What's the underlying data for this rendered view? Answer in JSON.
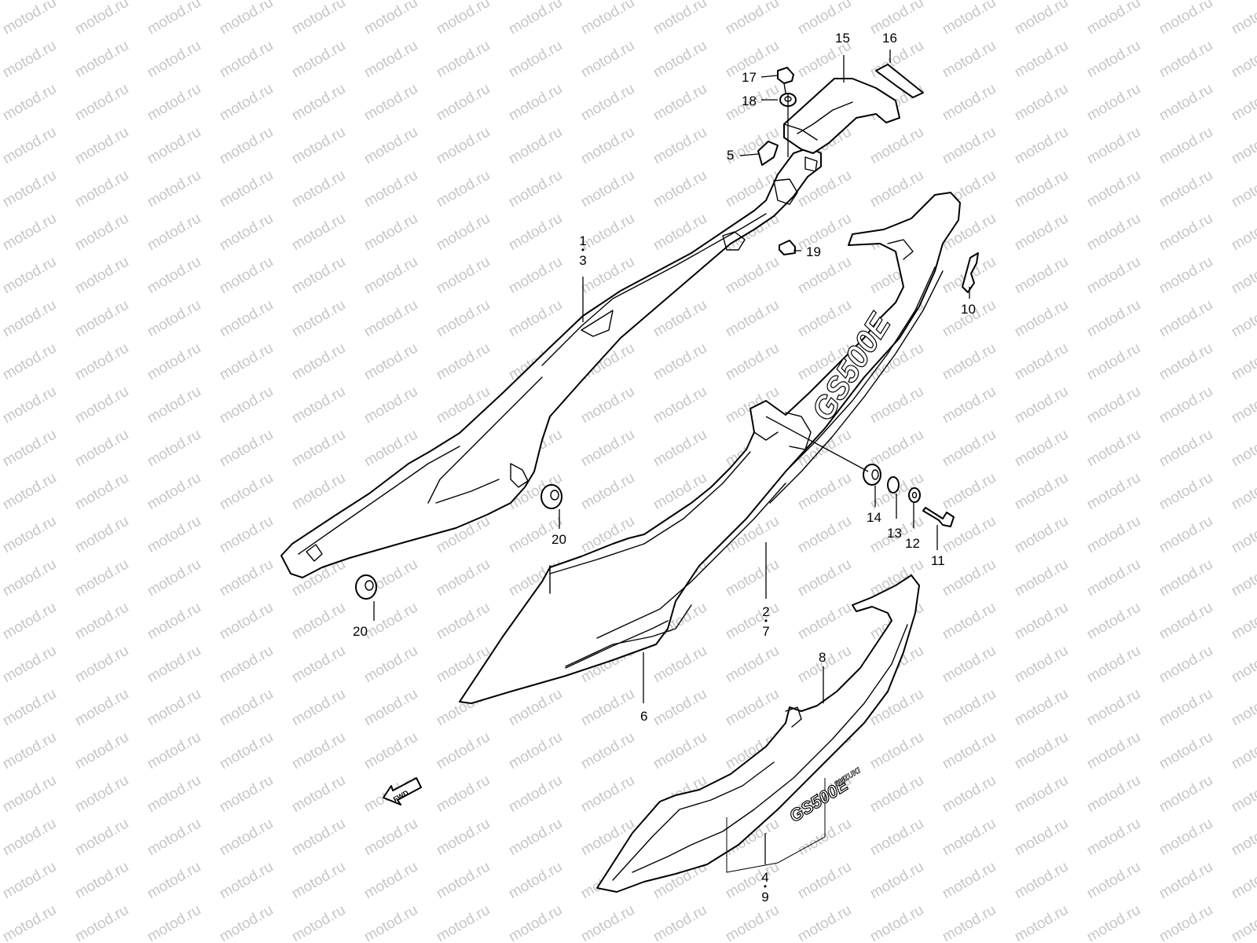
{
  "watermark": "motod.ru",
  "callouts": {
    "c1_3": [
      "1",
      "3"
    ],
    "c2_7": [
      "2",
      "7"
    ],
    "c4_9": [
      "4",
      "9"
    ],
    "c5": "5",
    "c6": "6",
    "c8": "8",
    "c10": "10",
    "c11": "11",
    "c12": "12",
    "c13": "13",
    "c14": "14",
    "c15": "15",
    "c16": "16",
    "c17": "17",
    "c18": "18",
    "c19": "19",
    "c20a": "20",
    "c20b": "20"
  },
  "decals": {
    "main": "GS500E",
    "lower": "GS500E",
    "lower_small": "SUZUKI"
  },
  "fwd_label": "FWD",
  "colors": {
    "line": "#000000",
    "watermark": "#c6c6c6",
    "background": "#ffffff"
  }
}
